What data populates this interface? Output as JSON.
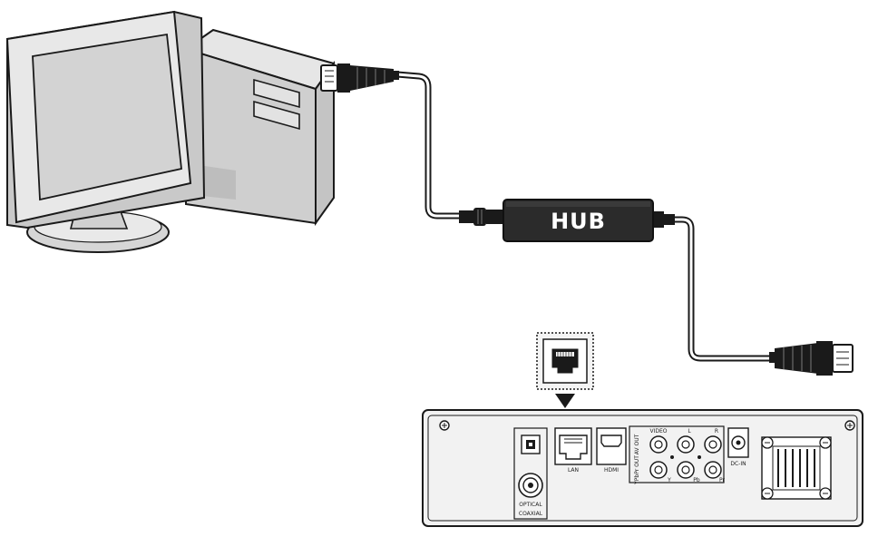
{
  "hub": {
    "label": "HUB"
  },
  "player": {
    "labels": {
      "lan": "LAN",
      "hdmi": "HDMI",
      "optical": "OPTICAL",
      "coaxial": "COAXIAL",
      "video": "VIDEO",
      "av_out": "AV OUT",
      "ypbpr_out": "YPbPr OUT",
      "dc_in": "DC-IN",
      "l": "L",
      "r": "R",
      "y": "Y",
      "pb": "Pb",
      "pr": "Pr"
    }
  },
  "colors": {
    "outline": "#1a1a1a",
    "hub_body": "#2b2b2b",
    "screen": "#d8d8d8",
    "panel": "#f2f2f2",
    "tower_side": "#c8c8c8"
  }
}
